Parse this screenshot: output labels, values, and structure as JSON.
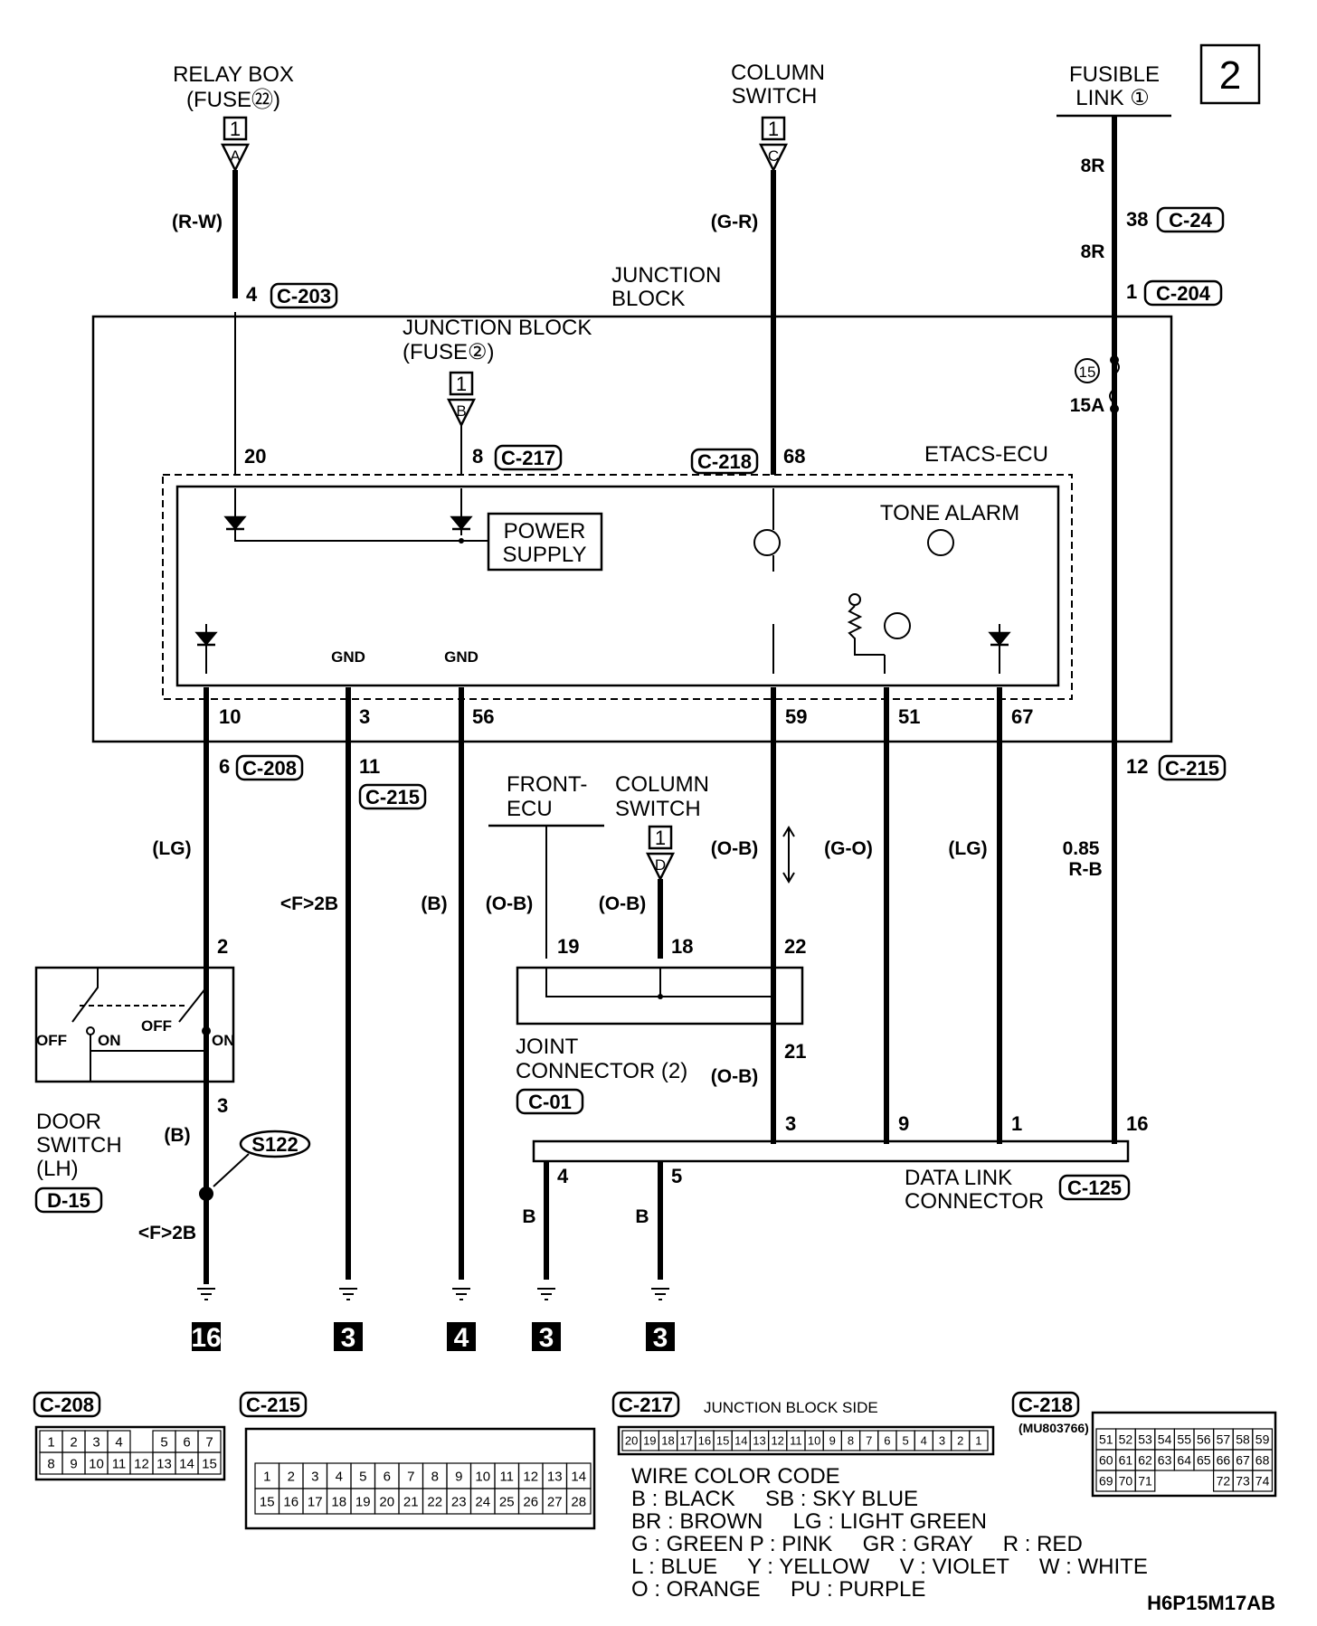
{
  "sheet": "2",
  "code": "H6P15M17AB",
  "sources": {
    "relay_box": {
      "line1": "RELAY BOX",
      "line2": "(FUSE㉒)",
      "tag": "1",
      "letter": "A",
      "wire": "(R-W)",
      "pin": "4",
      "conn": "C-203"
    },
    "column_switch": {
      "line1": "COLUMN",
      "line2": "SWITCH",
      "tag": "1",
      "letter": "C",
      "wire": "(G-R)"
    },
    "fusible_link": {
      "line1": "FUSIBLE",
      "line2": "LINK ①",
      "wire1": "8R",
      "pin1": "38",
      "conn1": "C-24",
      "wire2": "8R",
      "pin2": "1",
      "conn2": "C-204"
    }
  },
  "junction_block": {
    "title1": "JUNCTION",
    "title2": "BLOCK",
    "fuse_title1": "JUNCTION BLOCK",
    "fuse_title2": "(FUSE②)",
    "fuse_tag": "1",
    "fuse_letter": "B",
    "fuse_num": "15",
    "fuse_amp": "15A"
  },
  "etacs": {
    "title": "ETACS-ECU",
    "power_supply1": "POWER",
    "power_supply2": "SUPPLY",
    "tone_alarm": "TONE ALARM",
    "gnd": "GND",
    "pins_top": {
      "p20": "20",
      "p8": "8",
      "c217": "C-217",
      "c218": "C-218",
      "p68": "68"
    },
    "pins_bottom": {
      "p10": "10",
      "p3": "3",
      "p56": "56",
      "p59": "59",
      "p51": "51",
      "p67": "67"
    }
  },
  "lower": {
    "p6": "6",
    "c208": "C-208",
    "p11": "11",
    "c215a": "C-215",
    "p12": "12",
    "c215b": "C-215",
    "w_lg": "(LG)",
    "fb2b": "<F>2B",
    "w_b": "(B)",
    "w_ob1": "(O-B)",
    "w_ob2": "(O-B)",
    "w_ob3": "(O-B)",
    "w_go": "(G-O)",
    "w_lg2": "(LG)",
    "w_085": "0.85",
    "w_rb": "R-B",
    "front_ecu1": "FRONT-",
    "front_ecu2": "ECU",
    "col_sw1": "COLUMN",
    "col_sw2": "SWITCH",
    "col_tag": "1",
    "col_letter": "D",
    "p19": "19",
    "p18": "18",
    "p22": "22",
    "p21": "21",
    "w_ob4": "(O-B)",
    "joint1": "JOINT",
    "joint2": "CONNECTOR (2)",
    "joint_conn": "C-01",
    "door_p2": "2",
    "door_p3": "3",
    "off": "OFF",
    "on": "ON",
    "door1": "DOOR",
    "door2": "SWITCH",
    "door3": "(LH)",
    "door_conn": "D-15",
    "w_b2": "(B)",
    "splice": "S122",
    "fb2b2": "<F>2B",
    "dlc_p3": "3",
    "dlc_p9": "9",
    "dlc_p1": "1",
    "dlc_p16": "16",
    "dlc_p4": "4",
    "dlc_p5": "5",
    "dlc1": "DATA LINK",
    "dlc2": "CONNECTOR",
    "dlc_conn": "C-125",
    "wb1": "B",
    "wb2": "B"
  },
  "grounds": [
    "16",
    "3",
    "4",
    "3",
    "3"
  ],
  "connectors": {
    "c208": {
      "label": "C-208",
      "row1": [
        "1",
        "2",
        "3",
        "4",
        "",
        "5",
        "6",
        "7"
      ],
      "row2": [
        "8",
        "9",
        "10",
        "11",
        "12",
        "13",
        "14",
        "15"
      ]
    },
    "c215": {
      "label": "C-215",
      "row1": [
        "1",
        "2",
        "3",
        "4",
        "5",
        "6",
        "7",
        "8",
        "9",
        "10",
        "11",
        "12",
        "13",
        "14"
      ],
      "row2": [
        "15",
        "16",
        "17",
        "18",
        "19",
        "20",
        "21",
        "22",
        "23",
        "24",
        "25",
        "26",
        "27",
        "28"
      ]
    },
    "c217": {
      "label": "C-217",
      "side": "JUNCTION BLOCK SIDE",
      "row": [
        "20",
        "19",
        "18",
        "17",
        "16",
        "15",
        "14",
        "13",
        "12",
        "11",
        "10",
        "9",
        "8",
        "7",
        "6",
        "5",
        "4",
        "3",
        "2",
        "1"
      ]
    },
    "c218": {
      "label": "C-218",
      "part": "(MU803766)",
      "row1": [
        "51",
        "52",
        "53",
        "54",
        "55",
        "56",
        "57",
        "58",
        "59"
      ],
      "row2": [
        "60",
        "61",
        "62",
        "63",
        "64",
        "65",
        "66",
        "67",
        "68"
      ],
      "row3": [
        "69",
        "70",
        "71",
        "",
        "",
        "",
        "72",
        "73",
        "74"
      ]
    }
  },
  "wire_color_code": {
    "title": "WIRE COLOR CODE",
    "lines": [
      "B : BLACK     SB : SKY BLUE",
      "BR : BROWN     LG : LIGHT GREEN",
      "G : GREEN P : PINK     GR : GRAY     R : RED",
      "L : BLUE     Y : YELLOW     V : VIOLET     W : WHITE",
      "O : ORANGE     PU : PURPLE"
    ]
  }
}
